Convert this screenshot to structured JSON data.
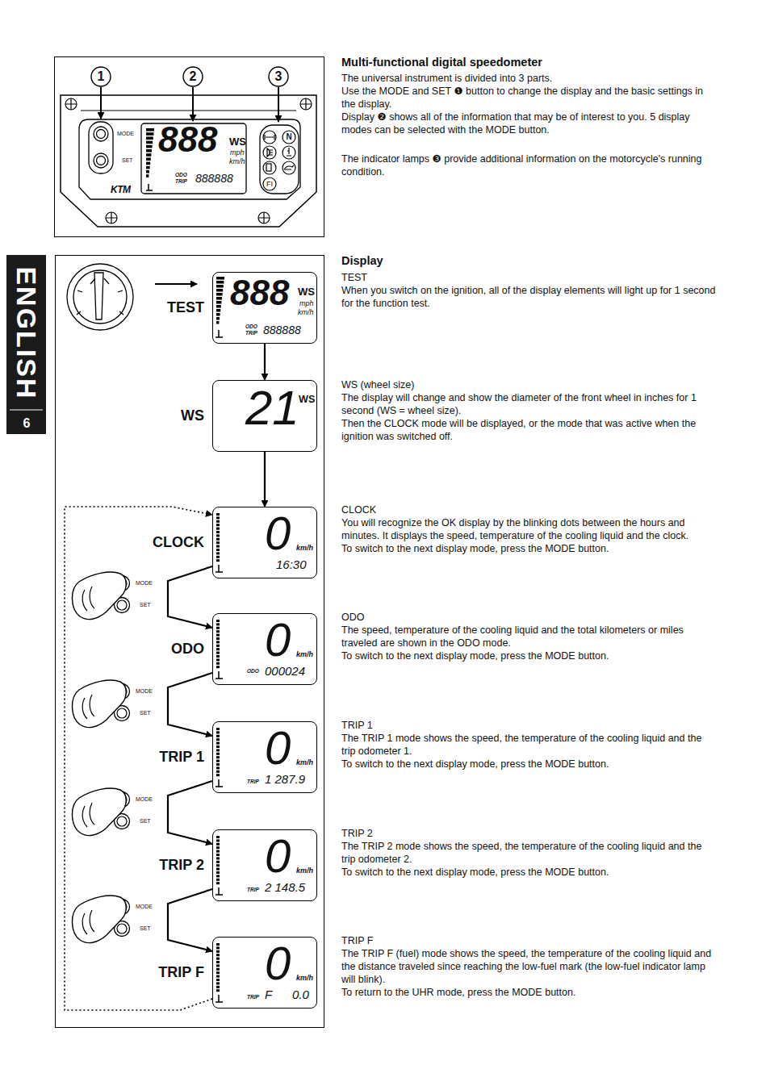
{
  "diagram": {
    "title": "Multi-functional digital speedometer",
    "nodes": [
      {
        "text": [
          "TEST",
          "888",
          "WS",
          "mph",
          "km/h",
          "ODO",
          "TRIP",
          "888888"
        ]
      },
      {
        "text": [
          "WS",
          "21",
          "WS"
        ]
      },
      {
        "text": [
          "CLOCK",
          "0",
          "km/h",
          "16:30"
        ]
      },
      {
        "text": [
          "ODO",
          "0",
          "km/h",
          "ODO",
          "000024"
        ]
      },
      {
        "text": [
          "TRIP 1",
          "0",
          "km/h",
          "TRIP",
          "1 287.9"
        ]
      },
      {
        "text": [
          "TRIP 2",
          "0",
          "km/h",
          "TRIP",
          "2 148.5"
        ]
      },
      {
        "text": [
          "TRIP F",
          "0",
          "km/h",
          "TRIP",
          "F",
          "0.0"
        ]
      }
    ],
    "edges": [
      {
        "from": 0,
        "to": 1,
        "arrow": "to"
      },
      {
        "from": 1,
        "to": 2,
        "arrow": "to"
      },
      {
        "from": 2,
        "to": 3,
        "arrow": "to"
      },
      {
        "from": 3,
        "to": 4,
        "arrow": "to"
      },
      {
        "from": 4,
        "to": 5,
        "arrow": "to"
      },
      {
        "from": 5,
        "to": 6,
        "arrow": "to"
      },
      {
        "from": 6,
        "to": 2,
        "arrow": "to"
      }
    ],
    "labels": [
      "1",
      "2",
      "3",
      "MODE",
      "SET",
      "888",
      "WS",
      "mph",
      "km/h",
      "ODO",
      "TRIP",
      "888888",
      "N",
      "FI",
      "KTM",
      "The universal instrument is divided into 3 parts.",
      "Use the MODE and SET ❶ button to change the display and the basic settings in the display.",
      "Display ❷ shows all of the information that may be of interest to you. 5 display modes can be selected with the MODE button.",
      "The indicator lamps ❸ provide additional information on the motorcycle's running condition.",
      "Display",
      "TEST",
      "When you switch on the ignition, all of the display elements will light up for 1 second for the function test.",
      "WS (wheel size)",
      "The display will change and show the diameter of the front wheel in inches for 1 second (WS = wheel size).",
      "Then the CLOCK mode will be displayed, or the mode that was active when the ignition was switched off.",
      "CLOCK",
      "You will recognize the OK display by the blinking dots between the hours and minutes. It displays the speed, temperature of the cooling liquid and the clock.",
      "To switch to the next display mode, press the MODE button.",
      "ODO",
      "The speed, temperature of the cooling liquid and the total kilometers or miles traveled are shown in the ODO mode.",
      "To switch to the next display mode, press the MODE button.",
      "TRIP 1",
      "The TRIP 1 mode shows the speed, the temperature of the cooling liquid and the trip odometer 1.",
      "To switch to the next display mode, press the MODE button.",
      "TRIP 2",
      "The TRIP 2 mode shows the speed, the temperature of the cooling liquid and the trip odometer 2.",
      "To switch to the next display mode, press the MODE button.",
      "TRIP F",
      "The TRIP F (fuel) mode shows the speed, the temperature of the cooling liquid and the distance traveled since reaching the low-fuel mark (the low-fuel indicator lamp will blink).",
      "To return to the UHR mode, press the MODE button.",
      "ENGLISH",
      "6",
      "MODE",
      "SET",
      "MODE",
      "SET",
      "MODE",
      "SET",
      "MODE",
      "SET"
    ]
  }
}
